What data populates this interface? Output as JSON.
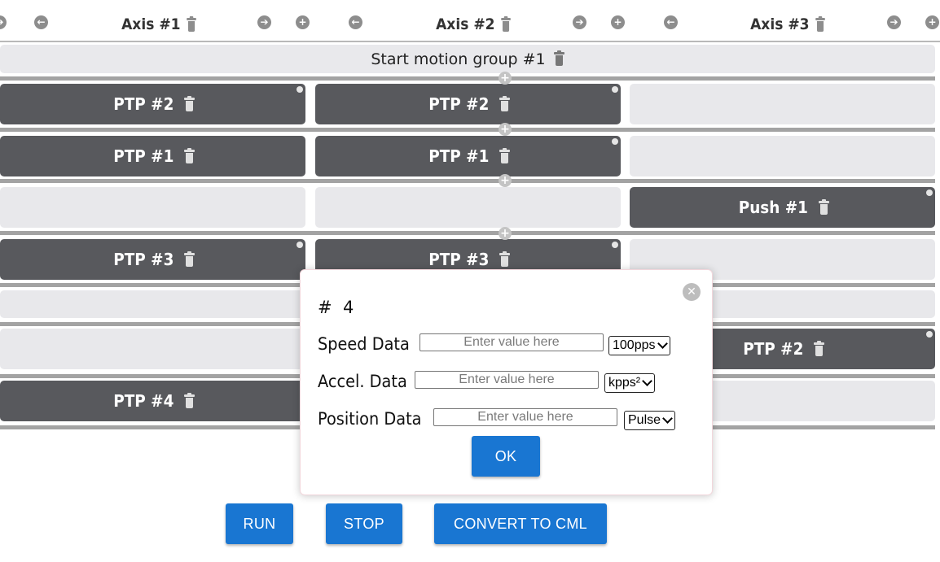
{
  "header": {
    "axes": [
      {
        "label": "Axis #1"
      },
      {
        "label": "Axis #2"
      },
      {
        "label": "Axis #3"
      }
    ]
  },
  "group": {
    "label": "Start motion group #1"
  },
  "grid": {
    "rows": [
      [
        "PTP #2",
        "PTP #2",
        ""
      ],
      [
        "PTP #1",
        "PTP #1",
        ""
      ],
      [
        "",
        "",
        "Push #1"
      ],
      [
        "PTP #3",
        "PTP #3",
        ""
      ],
      [
        "",
        "",
        ""
      ],
      [
        "",
        "",
        "PTP #2"
      ],
      [
        "PTP #4",
        "",
        ""
      ]
    ]
  },
  "modal": {
    "hash": "#",
    "number": "4",
    "fields": [
      {
        "label": "Speed Data",
        "placeholder": "Enter value here",
        "unit": "100pps"
      },
      {
        "label": "Accel. Data",
        "placeholder": "Enter value here",
        "unit": "kpps²"
      },
      {
        "label": "Position Data",
        "placeholder": "Enter value here",
        "unit": "Pulse"
      }
    ],
    "ok_label": "OK"
  },
  "actions": {
    "run_label": "RUN",
    "stop_label": "STOP",
    "convert_label": "CONVERT TO CML"
  },
  "colors": {
    "block": "#58595d",
    "empty": "#e8e8eb",
    "primary": "#1976d2",
    "separator": "#a3a3a3"
  }
}
